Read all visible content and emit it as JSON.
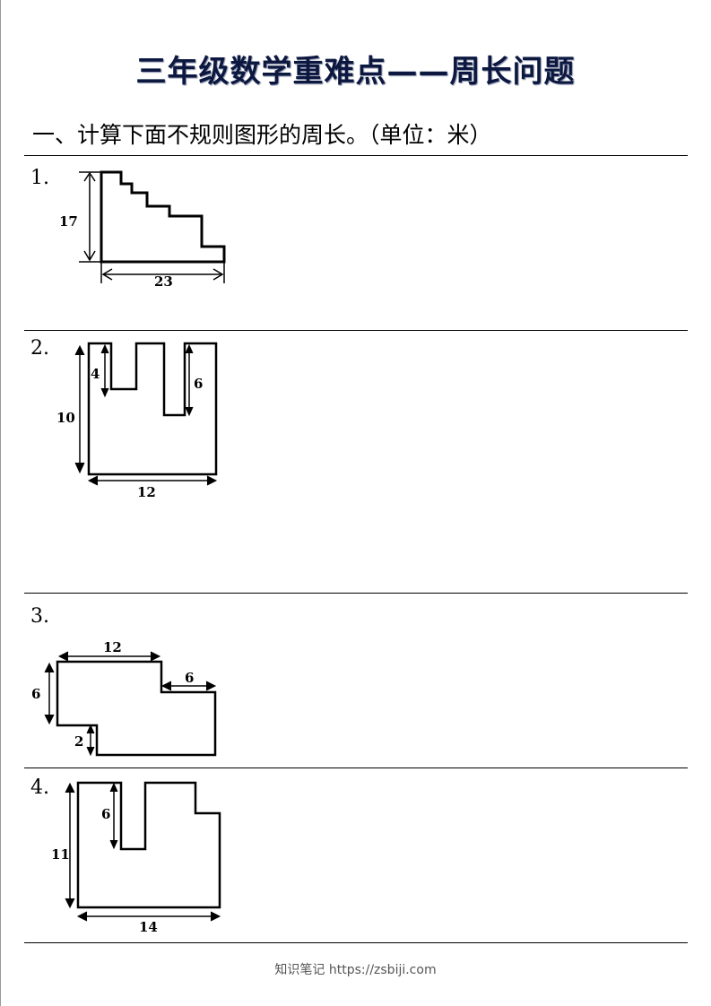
{
  "title": "三年级数学重难点——周长问题",
  "section": "一、计算下面不规则图形的周长。（单位：米）",
  "problems": [
    {
      "number": "1.",
      "labels": [
        "17",
        "23"
      ]
    },
    {
      "number": "2.",
      "labels": [
        "4",
        "6",
        "10",
        "12"
      ]
    },
    {
      "number": "3.",
      "labels": [
        "12",
        "6",
        "6",
        "2"
      ]
    },
    {
      "number": "4.",
      "labels": [
        "6",
        "11",
        "14"
      ]
    }
  ],
  "footer": "知识笔记 https://zsbiji.com"
}
